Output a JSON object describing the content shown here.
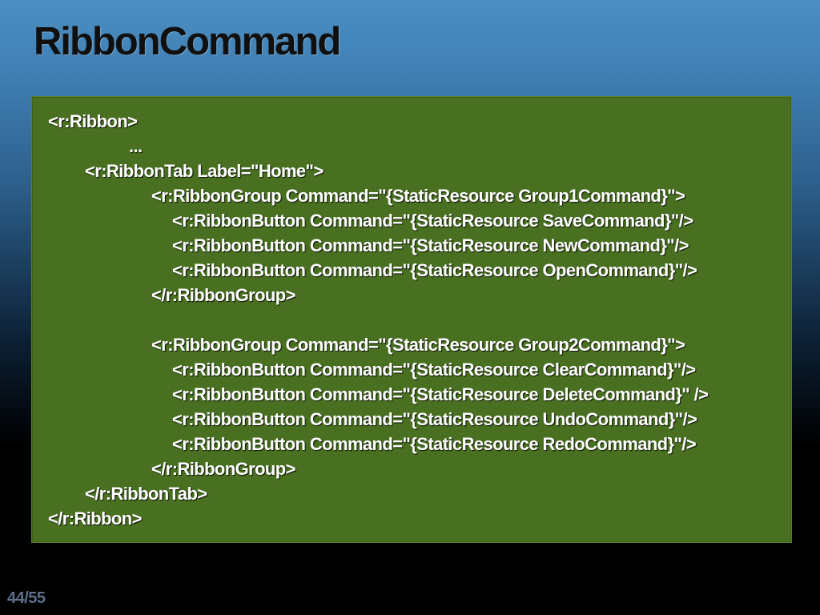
{
  "slide": {
    "title": "RibbonCommand",
    "page_number": "44/55"
  },
  "code": {
    "lines": [
      "<r:Ribbon>",
      "...",
      "<r:RibbonTab Label=\"Home\">",
      "<r:RibbonGroup Command=\"{StaticResource Group1Command}\">",
      "<r:RibbonButton Command=\"{StaticResource SaveCommand}\"/>",
      "<r:RibbonButton Command=\"{StaticResource NewCommand}\"/>",
      "<r:RibbonButton Command=\"{StaticResource OpenCommand}\"/>",
      "</r:RibbonGroup>",
      "",
      "<r:RibbonGroup Command=\"{StaticResource Group2Command}\">",
      "<r:RibbonButton Command=\"{StaticResource ClearCommand}\"/>",
      "<r:RibbonButton Command=\"{StaticResource DeleteCommand}\" />",
      "<r:RibbonButton Command=\"{StaticResource UndoCommand}\"/>",
      "<r:RibbonButton Command=\"{StaticResource RedoCommand}\"/>",
      "</r:RibbonGroup>",
      "</r:RibbonTab>",
      "</r:Ribbon>"
    ]
  },
  "colors": {
    "code_box_background": "#496f21",
    "title_text": "#101010",
    "code_text": "#ffffff",
    "page_number_text": "#5e6f8a"
  }
}
